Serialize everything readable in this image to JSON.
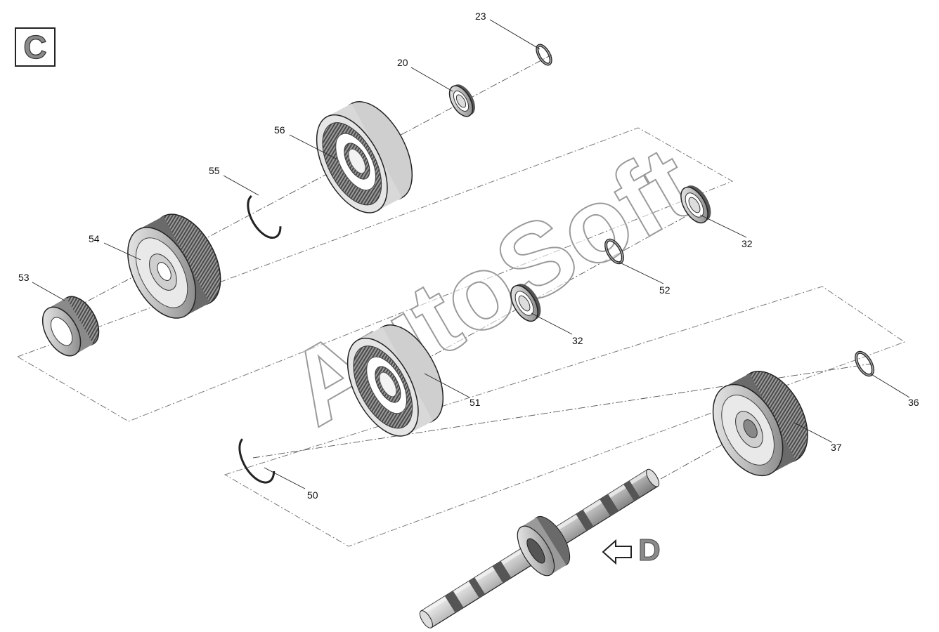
{
  "section_badge": "C",
  "next_section": "D",
  "watermark": "AutoSoft",
  "parts": [
    {
      "callout": "23",
      "part": "retaining-ring"
    },
    {
      "callout": "20",
      "part": "ball-bearing"
    },
    {
      "callout": "56",
      "part": "ring-gear"
    },
    {
      "callout": "55",
      "part": "snap-ring"
    },
    {
      "callout": "54",
      "part": "planetary-carrier"
    },
    {
      "callout": "53",
      "part": "sun-gear"
    },
    {
      "callout": "32",
      "part": "ball-bearing"
    },
    {
      "callout": "52",
      "part": "retaining-ring"
    },
    {
      "callout": "32",
      "part": "ball-bearing"
    },
    {
      "callout": "51",
      "part": "ring-gear"
    },
    {
      "callout": "50",
      "part": "snap-ring"
    },
    {
      "callout": "36",
      "part": "retaining-ring"
    },
    {
      "callout": "37",
      "part": "planetary-carrier"
    }
  ]
}
